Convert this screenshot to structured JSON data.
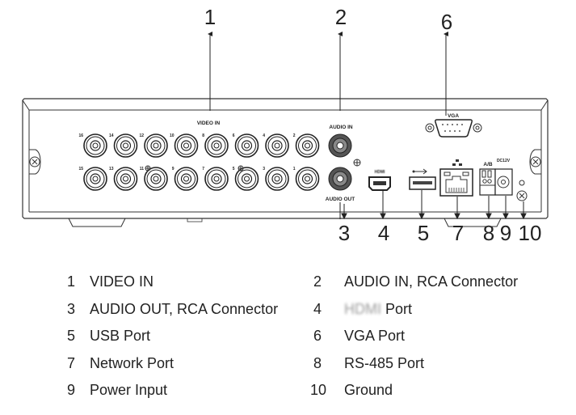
{
  "diagram": {
    "panel_labels": {
      "video_in": "VIDEO IN",
      "audio_in": "AUDIO IN",
      "audio_out": "AUDIO OUT",
      "vga": "VGA",
      "hdmi": "HDMI",
      "ab": "A/B",
      "dc": "DC12V"
    },
    "bnc_top_numbers": [
      "16",
      "14",
      "12",
      "10",
      "8",
      "6",
      "4",
      "2"
    ],
    "bnc_bottom_numbers": [
      "15",
      "13",
      "11",
      "9",
      "7",
      "5",
      "3",
      "1"
    ],
    "callouts_top": [
      "1",
      "2",
      "6"
    ],
    "callouts_bottom": [
      "3",
      "4",
      "5",
      "7",
      "8",
      "9",
      "10"
    ]
  },
  "legend": {
    "items": [
      {
        "num": "1",
        "label": "VIDEO IN"
      },
      {
        "num": "2",
        "label": "AUDIO IN, RCA Connector"
      },
      {
        "num": "3",
        "label": "AUDIO OUT, RCA Connector"
      },
      {
        "num": "4",
        "label_blurred": "HDMI",
        "label": "Port"
      },
      {
        "num": "5",
        "label": "USB Port"
      },
      {
        "num": "6",
        "label": "VGA Port"
      },
      {
        "num": "7",
        "label": "Network Port"
      },
      {
        "num": "8",
        "label": "RS-485 Port"
      },
      {
        "num": "9",
        "label": "Power Input"
      },
      {
        "num": "10",
        "label": "Ground"
      }
    ]
  }
}
